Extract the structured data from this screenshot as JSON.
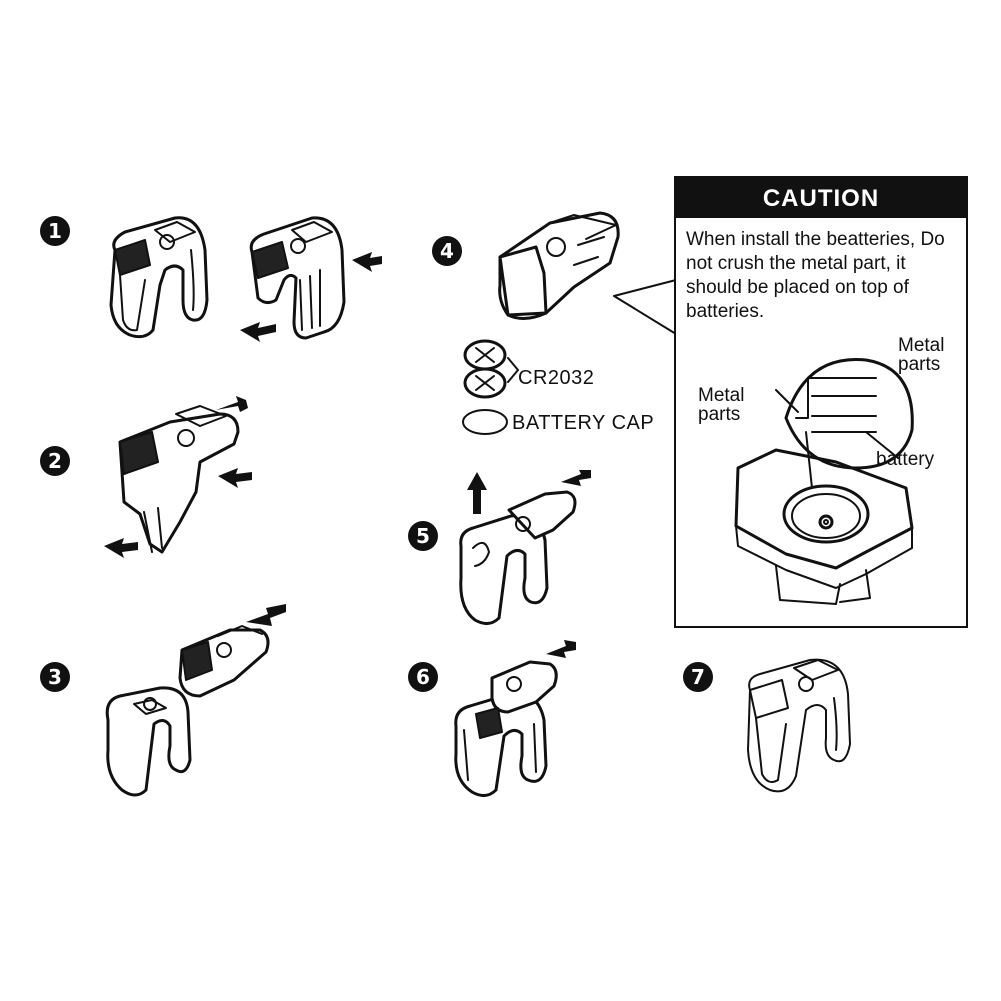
{
  "steps": [
    "1",
    "2",
    "3",
    "4",
    "5",
    "6",
    "7"
  ],
  "battery_labels": {
    "cell_type": "CR2032",
    "cap": "BATTERY CAP"
  },
  "caution": {
    "title": "CAUTION",
    "text": "When install the beatteries, Do not crush the metal part, it should be placed on top of batteries.",
    "metal_parts_1": "Metal parts",
    "metal_parts_2": "Metal parts",
    "battery": "battery"
  },
  "icons": [
    "lamp-diagram",
    "push-arrow-icon",
    "pull-up-arrow-icon",
    "coin-cell-icon",
    "battery-cap-icon"
  ]
}
